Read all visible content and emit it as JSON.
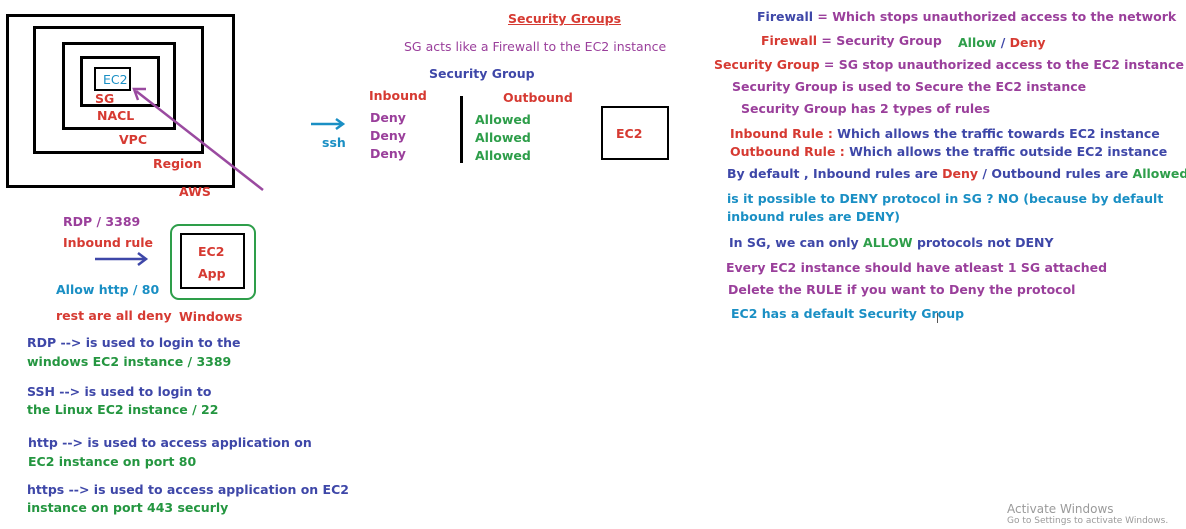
{
  "nested": {
    "ec2": "EC2",
    "sg": "SG",
    "nacl": "NACL",
    "vpc": "VPC",
    "region": "Region",
    "aws": "AWS"
  },
  "left": {
    "rdp": "RDP / 3389",
    "inbound_rule": "Inbound rule",
    "allow_http": "Allow http / 80",
    "rest_deny": "rest are all deny",
    "box_ec2": "EC2",
    "box_app": "App",
    "windows": "Windows"
  },
  "protocols": {
    "rdp_1": "RDP --> is used to login to the",
    "rdp_2": "windows EC2 instance / 3389",
    "ssh_1": "SSH --> is used to login to",
    "ssh_2": "the Linux EC2 instance  / 22",
    "http_1": "http --> is used to access application on",
    "http_2": "EC2 instance on port 80",
    "https_1": "https --> is used to access application on EC2",
    "https_2": "instance on port 443 securly"
  },
  "middle": {
    "title": "Security Groups",
    "sg_firewall": "SG acts like a Firewall to the EC2 instance",
    "security_group": "Security Group",
    "inbound": "Inbound",
    "outbound": "Outbound",
    "deny": [
      "Deny",
      "Deny",
      "Deny"
    ],
    "allowed": [
      "Allowed",
      "Allowed",
      "Allowed"
    ],
    "ssh": "ssh",
    "ec2": "EC2"
  },
  "notes": {
    "firewall_label": "Firewall",
    "firewall_def": " = Which stops unauthorized access to the network",
    "firewall2_label": "Firewall",
    "firewall2_def": " = Security Group",
    "allow": "Allow",
    "slash": " / ",
    "deny": "Deny",
    "sg_label": "Security Group",
    "sg_def": " = SG stop unauthorized access to the EC2 instance",
    "sg_secure": "Security Group is used to Secure the EC2 instance",
    "sg_rules": "Security Group has 2 types of rules",
    "inbound_label": "Inbound Rule : ",
    "inbound_def": "Which allows the traffic towards EC2 instance",
    "outbound_label": "Outbound Rule : ",
    "outbound_def": "Which allows the traffic outside EC2 instance",
    "default_a": "By default , Inbound rules are ",
    "default_deny": "Deny",
    "default_b": " / Outbound rules are ",
    "default_allowed": "Allowed",
    "deny_q1": "is it possible to DENY protocol in SG ? NO (because by default",
    "deny_q2": "inbound rules are DENY)",
    "only_a": "In SG, we can only ",
    "only_allow": "ALLOW",
    "only_b": " protocols not DENY",
    "atleast": "Every EC2 instance should have atleast 1 SG attached",
    "delete_rule": "Delete the RULE if you want to Deny the protocol",
    "default_sg": "EC2 has a default Security Group"
  },
  "watermark": {
    "title": "Activate Windows",
    "sub": "Go to Settings to activate Windows."
  }
}
